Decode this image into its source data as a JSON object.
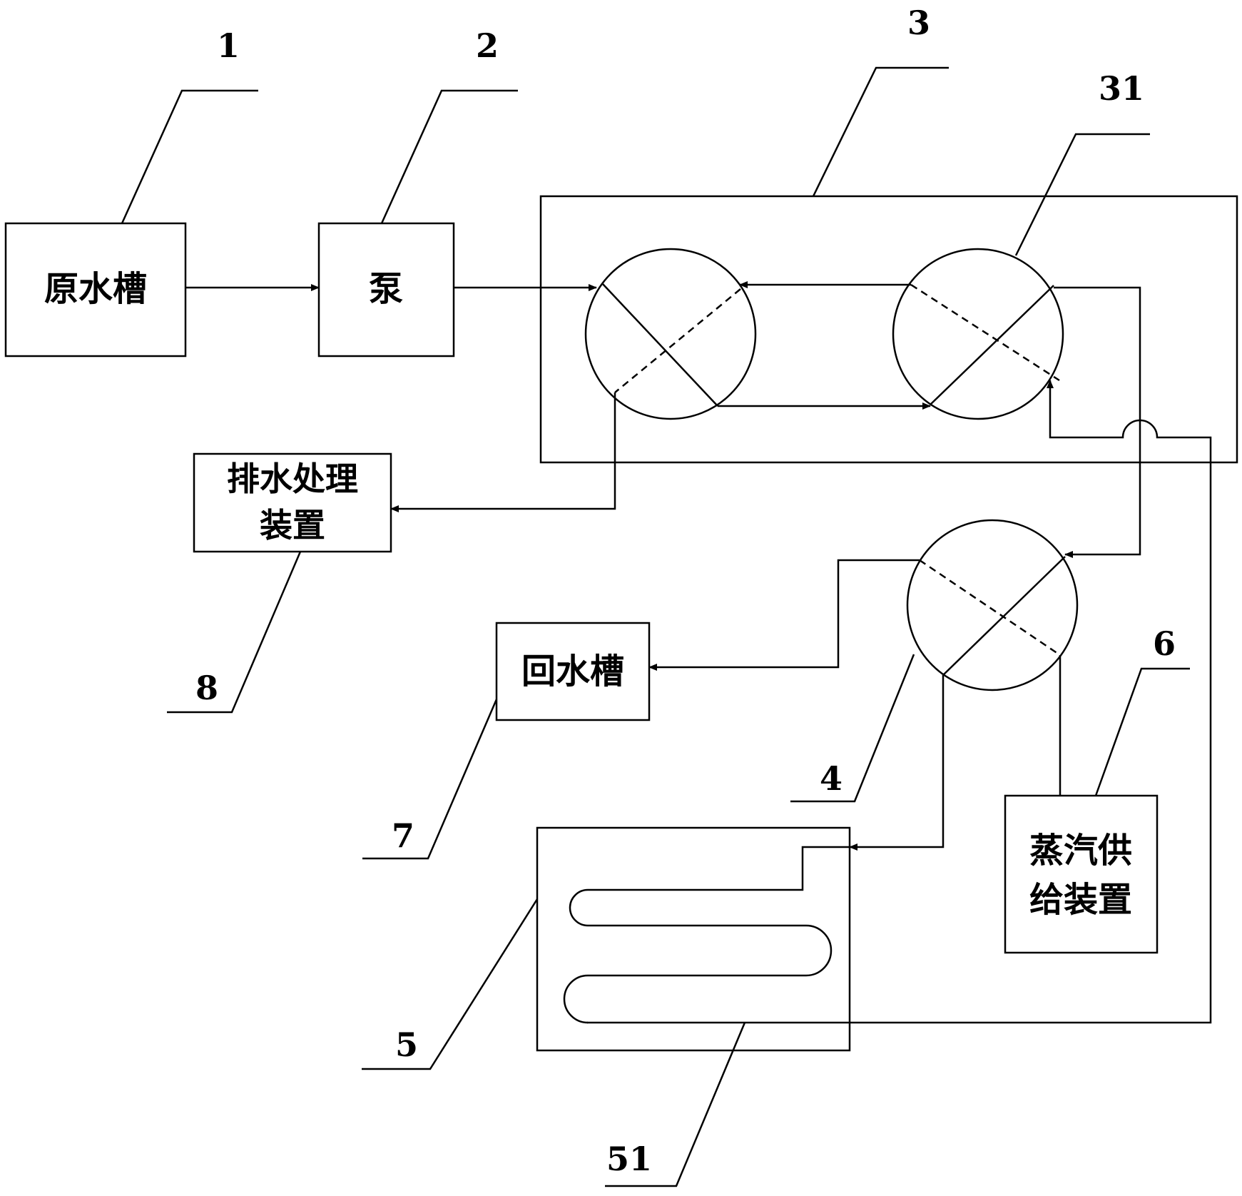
{
  "blocks": {
    "raw_tank": "原水槽",
    "pump": "泵",
    "drain_line1": "排水处理",
    "drain_line2": "装置",
    "return_tank": "回水槽",
    "steam_line1": "蒸汽供",
    "steam_line2": "给装置"
  },
  "labels": {
    "n1": "1",
    "n2": "2",
    "n3": "3",
    "n31": "31",
    "n4": "4",
    "n5": "5",
    "n51": "51",
    "n6": "6",
    "n7": "7",
    "n8": "8"
  }
}
